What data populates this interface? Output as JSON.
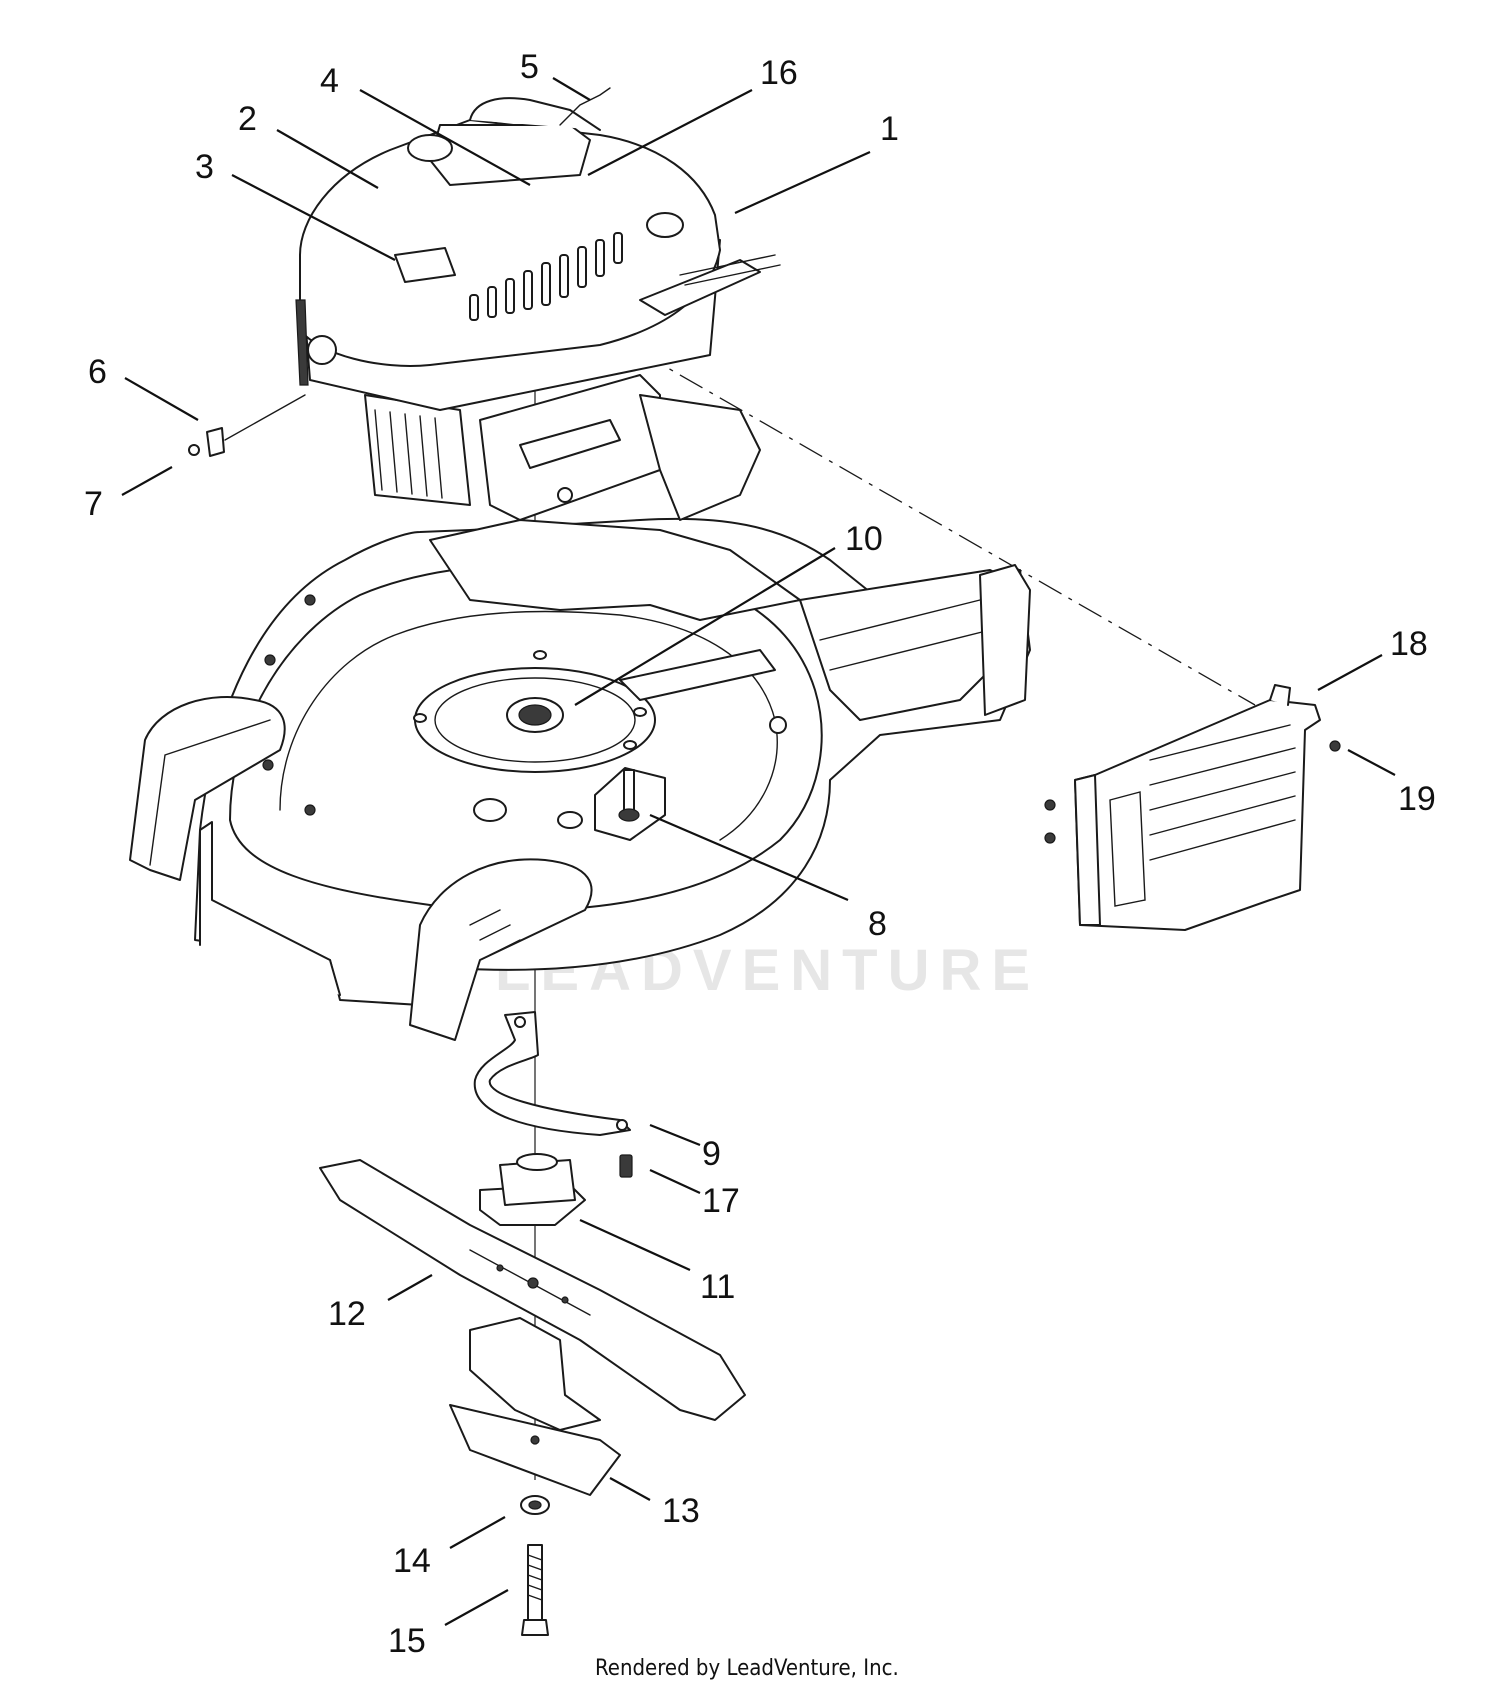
{
  "watermark": "LEADVENTURE",
  "credit": "Rendered by LeadVenture, Inc.",
  "callouts": [
    {
      "id": "1",
      "label": "1"
    },
    {
      "id": "2",
      "label": "2"
    },
    {
      "id": "3",
      "label": "3"
    },
    {
      "id": "4",
      "label": "4"
    },
    {
      "id": "5",
      "label": "5"
    },
    {
      "id": "6",
      "label": "6"
    },
    {
      "id": "7",
      "label": "7"
    },
    {
      "id": "8",
      "label": "8"
    },
    {
      "id": "9",
      "label": "9"
    },
    {
      "id": "10",
      "label": "10"
    },
    {
      "id": "11",
      "label": "11"
    },
    {
      "id": "12",
      "label": "12"
    },
    {
      "id": "13",
      "label": "13"
    },
    {
      "id": "14",
      "label": "14"
    },
    {
      "id": "15",
      "label": "15"
    },
    {
      "id": "16",
      "label": "16"
    },
    {
      "id": "17",
      "label": "17"
    },
    {
      "id": "18",
      "label": "18"
    },
    {
      "id": "19",
      "label": "19"
    }
  ]
}
